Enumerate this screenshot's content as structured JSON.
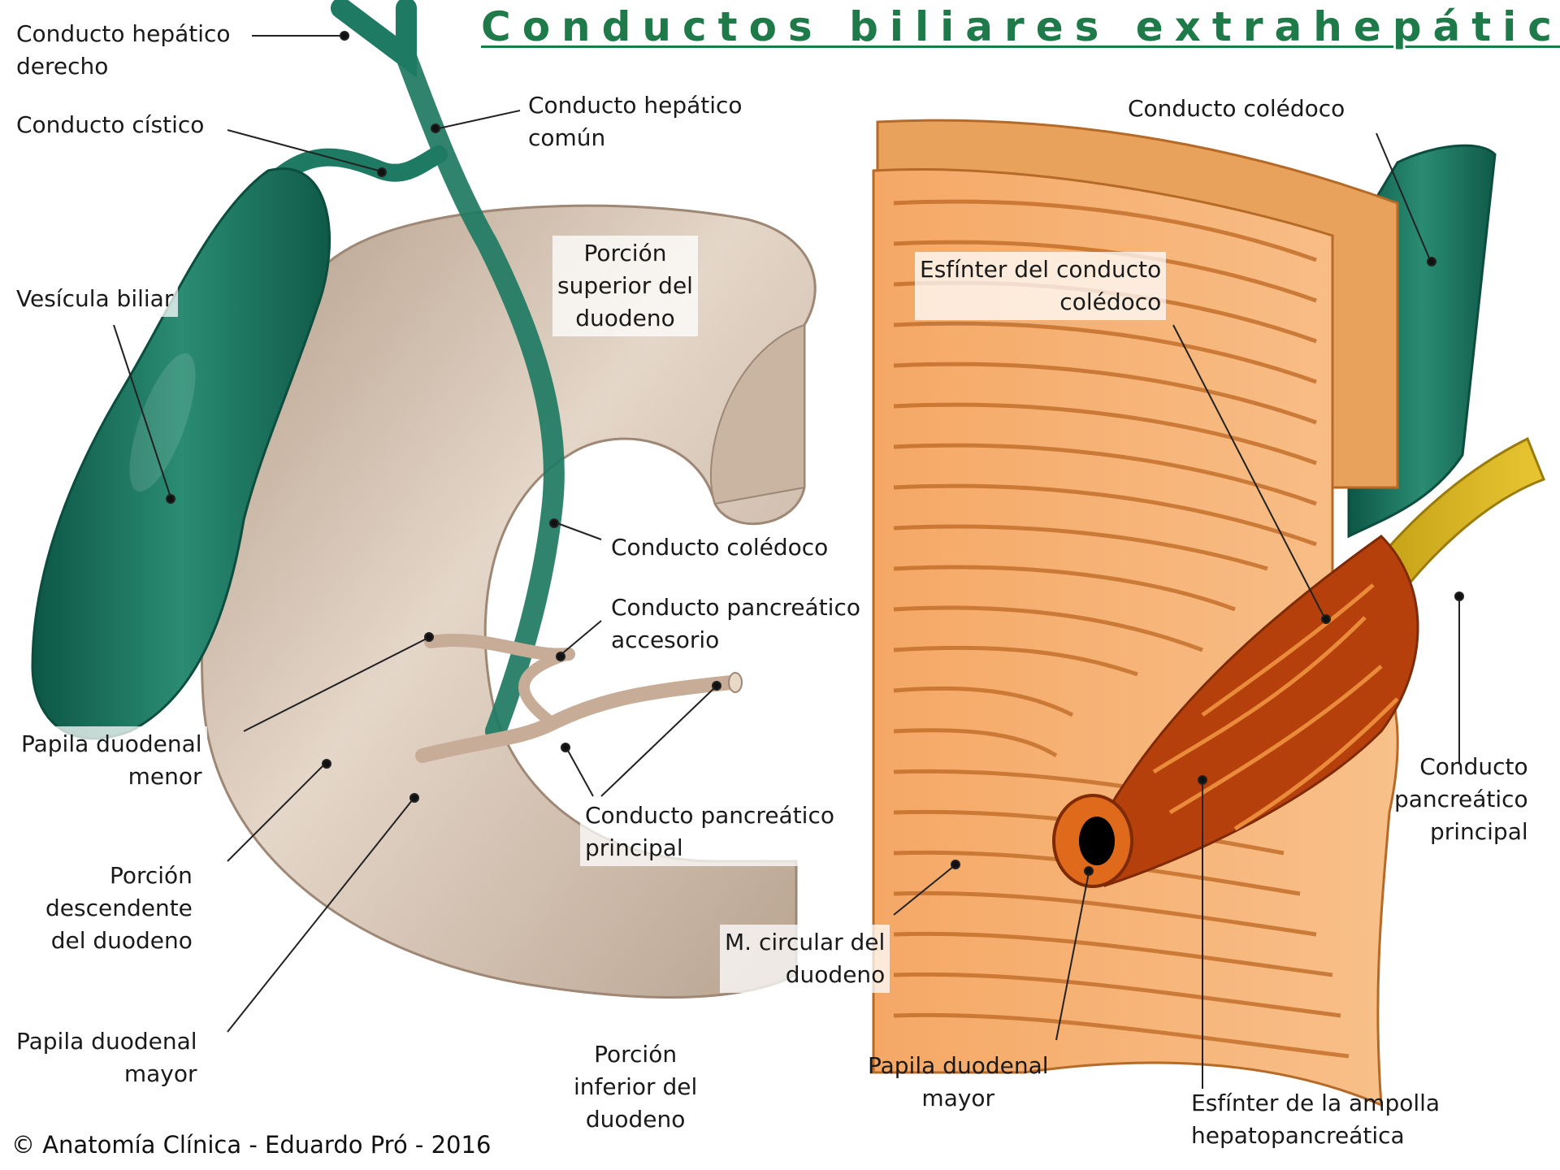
{
  "title": "Conductos biliares extrahepáticos",
  "credit": "© Anatomía Clínica - Eduardo Pró - 2016",
  "labels": {
    "hepatico_derecho": "Conducto hepático\nderecho",
    "cistico": "Conducto cístico",
    "hepatico_comun": "Conducto hepático\ncomún",
    "vesicula": "Vesícula biliar",
    "porcion_superior": "Porción\nsuperior del\nduodeno",
    "coledoco_left": "Conducto colédoco",
    "pancreatico_accesorio": "Conducto pancreático\naccesorio",
    "papila_menor": "Papila duodenal\nmenor",
    "porcion_descendente": "Porción\ndescendente\ndel duodeno",
    "pancreatico_principal_left": "Conducto pancreático\nprincipal",
    "papila_mayor_left": "Papila duodenal\nmayor",
    "porcion_inferior": "Porción\ninferior del\nduodeno",
    "coledoco_right": "Conducto colédoco",
    "esfinter_coledoco": "Esfínter del conducto\ncolédoco",
    "pancreatico_principal_right": "Conducto\npancreático\nprincipal",
    "m_circular": "M. circular del\nduodeno",
    "papila_mayor_right": "Papila duodenal\nmayor",
    "esfinter_ampolla": "Esfínter de la ampolla\nhepatopancreática"
  },
  "colors": {
    "title": "#1f7a4a",
    "bile_green": "#1e7a62",
    "duodenum": "#cdb8a5",
    "muscle_orange": "#f2a35e",
    "ampulla_red": "#b5400c",
    "pancreatic_yellow": "#d8b21a"
  }
}
